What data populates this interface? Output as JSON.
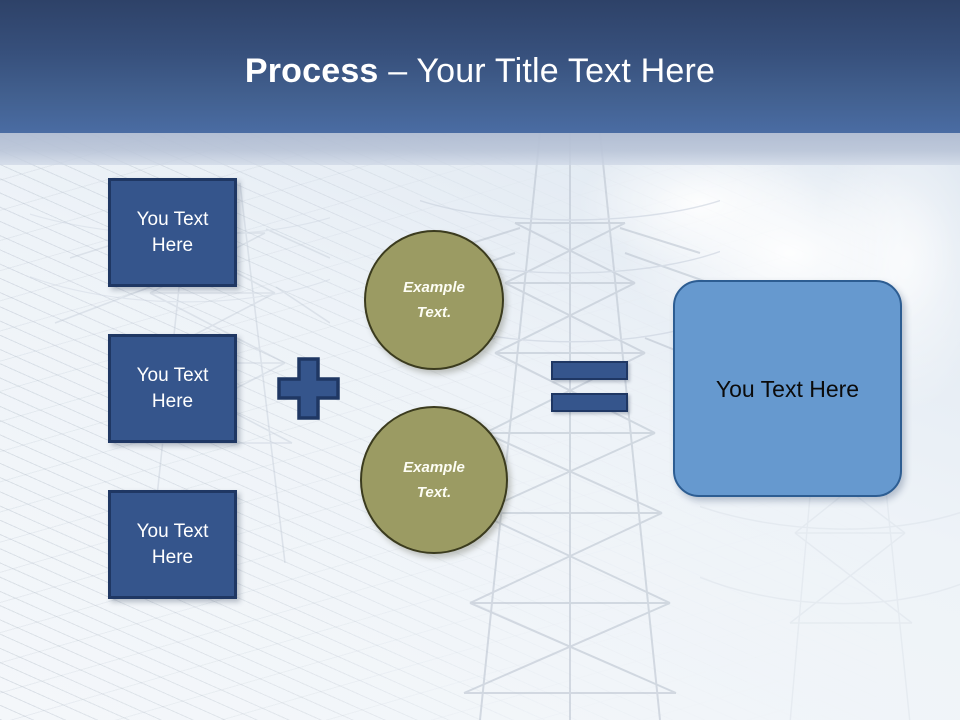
{
  "slide": {
    "title": {
      "strong": "Process",
      "rest": " – Your Title Text Here"
    },
    "colors": {
      "header_top": "#2e4268",
      "header_bottom": "#4a6ca3",
      "header_strip": "#b0bcd2",
      "box_fill": "#35558c",
      "box_border": "#1f3763",
      "circle_fill": "#9b9b63",
      "circle_border": "#3b3b1e",
      "result_fill": "#6699cf",
      "result_border": "#2d5d92",
      "background": "#eef2f7"
    },
    "inputs": [
      {
        "line1": "You Text",
        "line2": "Here"
      },
      {
        "line1": "You Text",
        "line2": "Here"
      },
      {
        "line1": "You Text",
        "line2": "Here"
      }
    ],
    "operators": {
      "plus": "+",
      "equals": "="
    },
    "circles": [
      {
        "line1": "Example",
        "line2": "Text."
      },
      {
        "line1": "Example",
        "line2": "Text."
      }
    ],
    "result": {
      "label": "You Text Here"
    },
    "background": {
      "description": "faded photograph of electrical transmission towers and power lines against a cloudy sky"
    }
  }
}
